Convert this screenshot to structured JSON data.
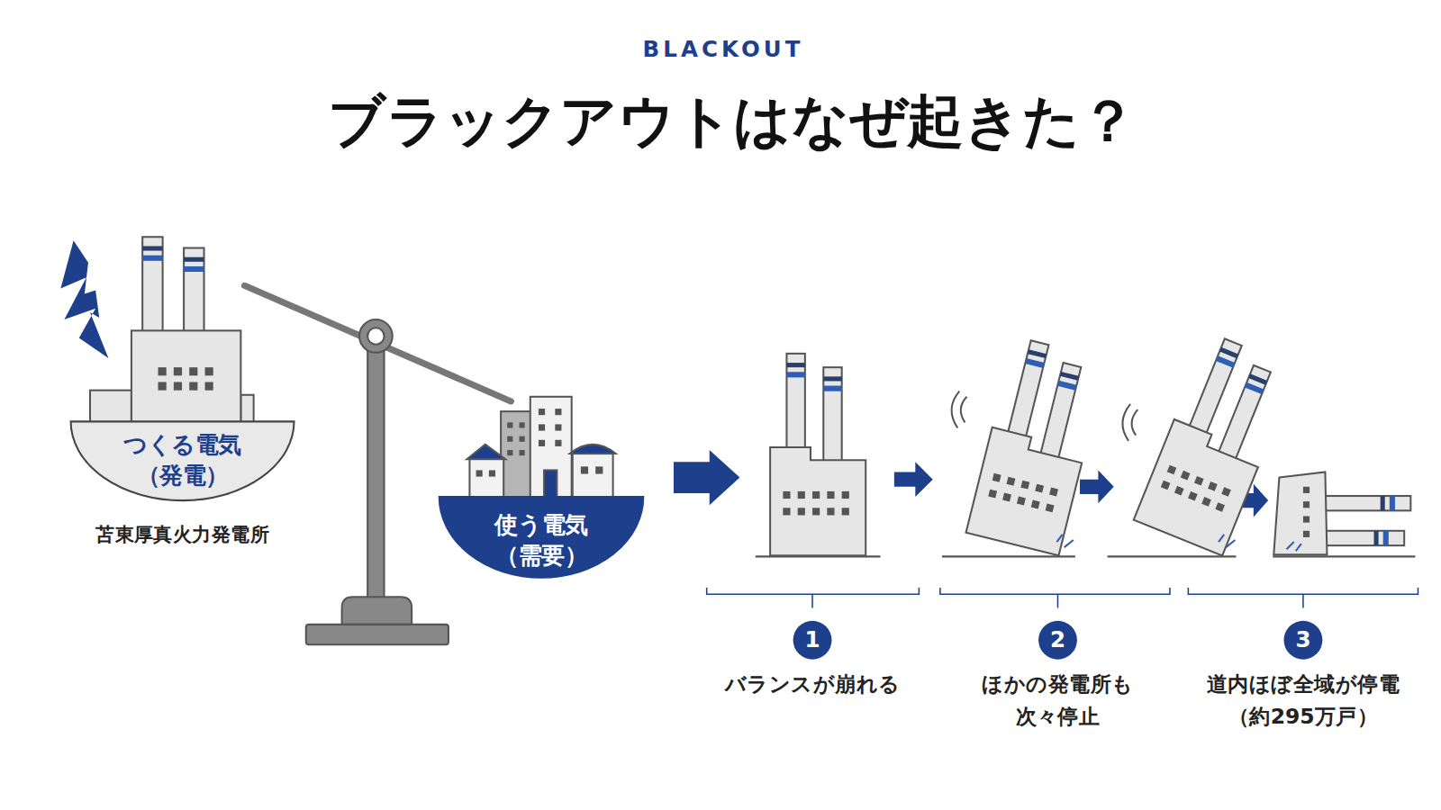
{
  "diagram": {
    "title": "ブラックアウトはなぜ起きた？",
    "nodes": [
      {
        "text": [
          "つくる電気 （発電）",
          "苫東厚真火力発電所"
        ]
      },
      {
        "text": [
          "使う電気 （需要）"
        ]
      },
      {
        "text": [
          "1",
          "バランスが崩れる"
        ]
      },
      {
        "text": [
          "2",
          "ほかの発電所も 次々停止"
        ]
      },
      {
        "text": [
          "3",
          "道内ほぼ全域が停電 （約295万戸）"
        ]
      }
    ],
    "labels": [
      "BLACKOUT"
    ]
  }
}
